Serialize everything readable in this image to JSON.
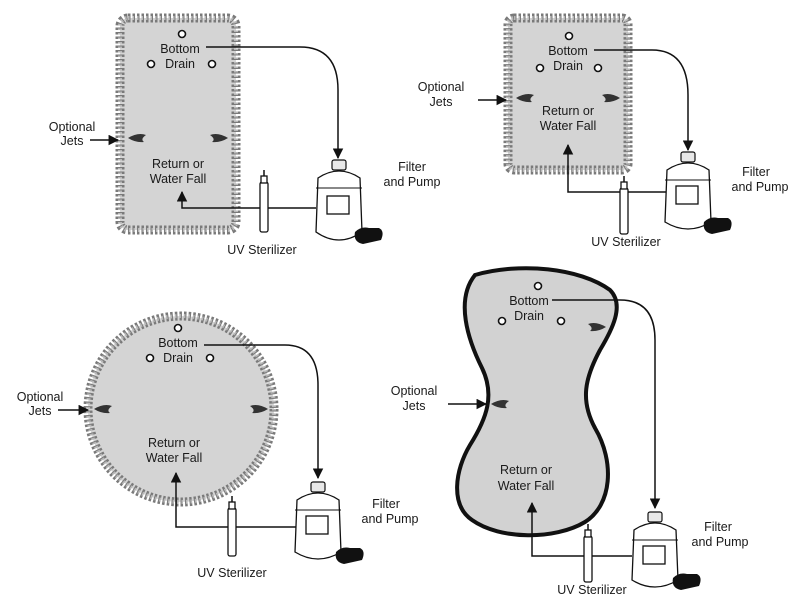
{
  "diagrams": [
    {
      "shape": "rectangle",
      "labels": {
        "bottom": "Bottom",
        "drain": "Drain",
        "return_1": "Return or",
        "return_2": "Water Fall",
        "jets_1": "Optional",
        "jets_2": "Jets",
        "filter_1": "Filter",
        "filter_2": "and Pump",
        "uv": "UV Sterilizer"
      }
    },
    {
      "shape": "square",
      "labels": {
        "bottom": "Bottom",
        "drain": "Drain",
        "return_1": "Return or",
        "return_2": "Water Fall",
        "jets_1": "Optional",
        "jets_2": "Jets",
        "filter_1": "Filter",
        "filter_2": "and Pump",
        "uv": "UV Sterilizer"
      }
    },
    {
      "shape": "circle",
      "labels": {
        "bottom": "Bottom",
        "drain": "Drain",
        "return_1": "Return or",
        "return_2": "Water Fall",
        "jets_1": "Optional",
        "jets_2": "Jets",
        "filter_1": "Filter",
        "filter_2": "and Pump",
        "uv": "UV Sterilizer"
      }
    },
    {
      "shape": "kidney",
      "labels": {
        "bottom": "Bottom",
        "drain": "Drain",
        "return_1": "Return or",
        "return_2": "Water Fall",
        "jets_1": "Optional",
        "jets_2": "Jets",
        "filter_1": "Filter",
        "filter_2": "and Pump",
        "uv": "UV Sterilizer"
      }
    }
  ],
  "colors": {
    "pond_fill": "#d4d4d4",
    "rock_edge": "#7a7a7a",
    "line": "#111111"
  },
  "icons": [
    "drain-hole-icon",
    "jet-nozzle-icon",
    "filter-tank-icon",
    "pump-motor-icon",
    "uv-sterilizer-icon",
    "flow-arrow-icon"
  ]
}
